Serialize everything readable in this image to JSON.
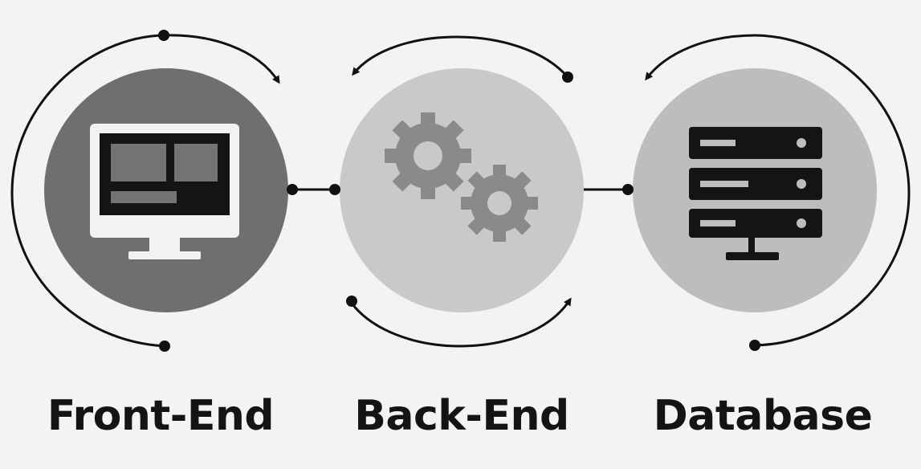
{
  "diagram": {
    "nodes": [
      {
        "id": "frontend",
        "label": "Front-End",
        "icon": "monitor-icon",
        "fill": "#6f6f6f"
      },
      {
        "id": "backend",
        "label": "Back-End",
        "icon": "gears-icon",
        "fill": "#c9c9c9"
      },
      {
        "id": "database",
        "label": "Database",
        "icon": "server-icon",
        "fill": "#bdbdbd"
      }
    ],
    "links": [
      {
        "from": "frontend",
        "to": "backend"
      },
      {
        "from": "backend",
        "to": "database"
      }
    ],
    "colors": {
      "background": "#f3f3f3",
      "stroke": "#111111",
      "icon_dark": "#141414",
      "icon_light": "#f2f2f2",
      "gear": "#8a8a8a"
    }
  }
}
